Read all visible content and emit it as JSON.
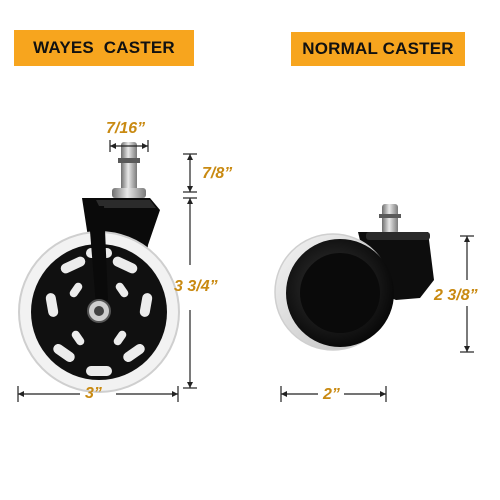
{
  "labels": {
    "left_title": "WAYES  CASTER",
    "right_title": "NORMAL CASTER"
  },
  "dimensions": {
    "stem_width": "7/16”",
    "stem_height": "7/8”",
    "total_height": "3 3/4”",
    "wheel_width": "3”",
    "normal_height": "2 3/8”",
    "normal_width": "2”"
  },
  "colors": {
    "badge": "#f7a51e",
    "dimension_text": "#c98a12"
  }
}
